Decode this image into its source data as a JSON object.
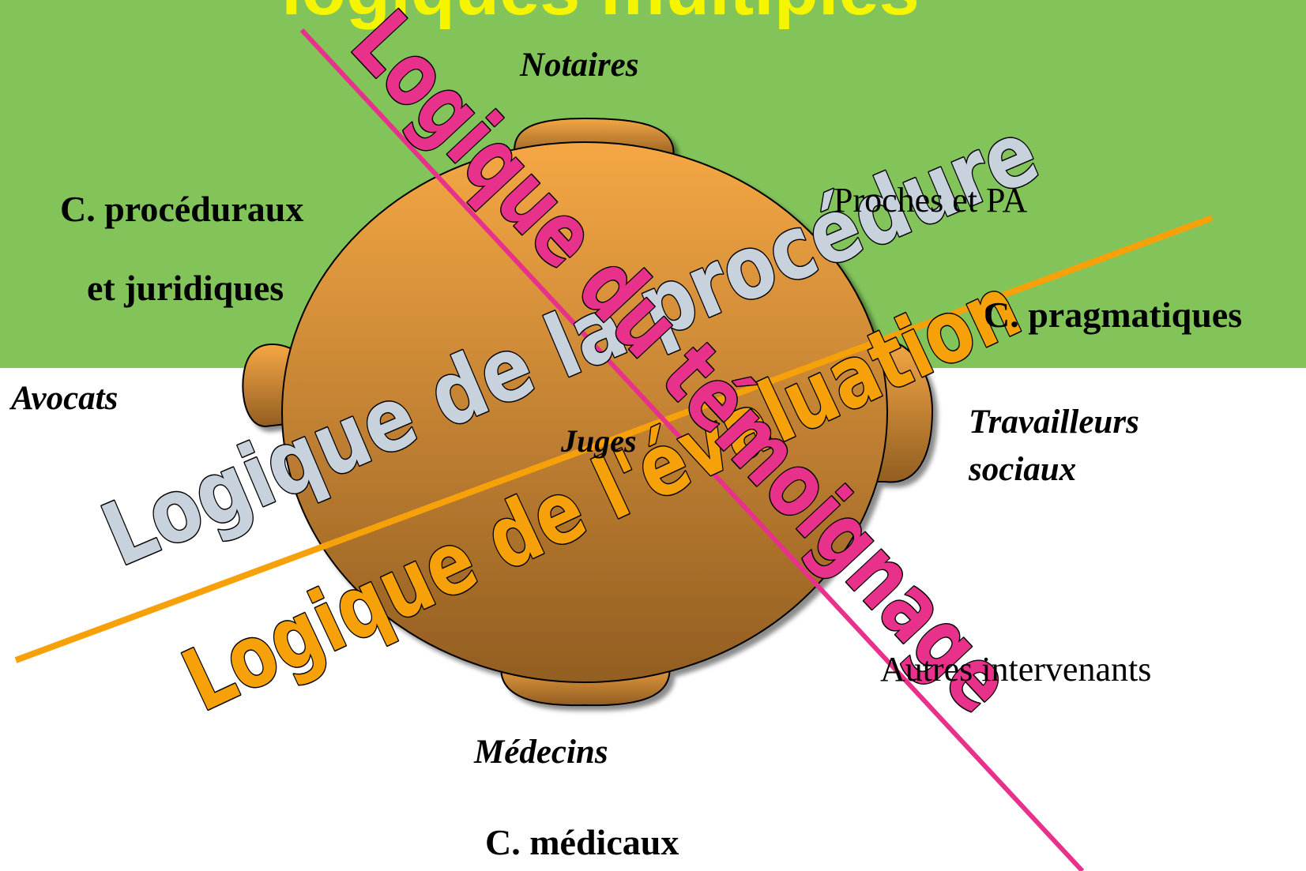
{
  "title": "logiques multiples",
  "roles": {
    "notaires": "Notaires",
    "avocats": "Avocats",
    "juges": "Juges",
    "travailleurs": "Travailleurs",
    "sociaux": "sociaux",
    "medecins": "Médecins",
    "proches": "Proches et PA",
    "autres": "Autres intervenants"
  },
  "categories": {
    "proceduraux_line1": "C. procéduraux",
    "proceduraux_line2": "et juridiques",
    "pragmatiques": "C. pragmatiques",
    "medicaux": "C. médicaux"
  },
  "logics": {
    "procedure": "Logique de la procédure",
    "temoignage": "Logique du témoignage",
    "evaluation": "Logique de l'évaluation"
  },
  "colors": {
    "green_band": "#82c45a",
    "title_yellow": "#f5f500",
    "pot_top": "#f5a744",
    "pot_bottom": "#925e22",
    "procedure_fill": "#c8d2dc",
    "temoignage_fill": "#e8318a",
    "evaluation_fill": "#f6a10a"
  }
}
